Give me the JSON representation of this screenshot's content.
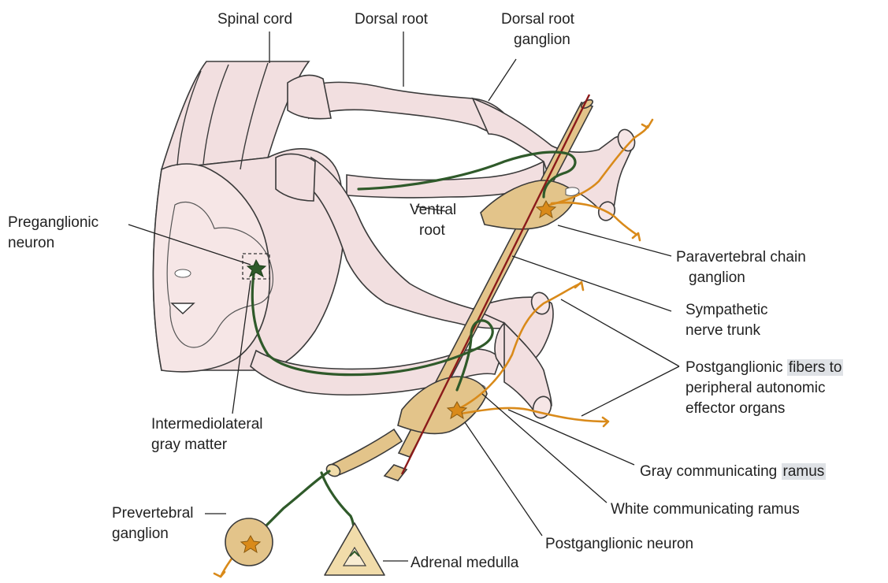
{
  "labels": {
    "spinal_cord": "Spinal cord",
    "dorsal_root": "Dorsal root",
    "drg_line1": "Dorsal root",
    "drg_line2": "ganglion",
    "pre_line1": "Preganglionic",
    "pre_line2": "neuron",
    "ventral_line1": "Ventral",
    "ventral_line2": "root",
    "para_line1": "Paravertebral chain",
    "para_line2": "ganglion",
    "symp_line1": "Sympathetic",
    "symp_line2": "nerve trunk",
    "post_fibers_line1a": "Postganglionic ",
    "post_fibers_line1b": "fibers to",
    "post_fibers_line2": "peripheral autonomic",
    "post_fibers_line3": "effector organs",
    "imlg_line1": "Intermediolateral",
    "imlg_line2": "gray matter",
    "gray_ramus_a": "Gray communicating ",
    "gray_ramus_b": "ramus",
    "white_ramus": "White communicating ramus",
    "prevertebral_line1": "Prevertebral",
    "prevertebral_line2": "ganglion",
    "postganglionic_neuron": "Postganglionic neuron",
    "adrenal_medulla": "Adrenal medulla"
  },
  "colors": {
    "tissue_fill": "#f2dfe0",
    "tissue_stroke": "#3a3a3a",
    "ganglion_fill": "#e3c48a",
    "preganglionic_fiber": "#2f5a2a",
    "postganglionic_fiber": "#d98a1a",
    "trunk_axon": "#8b1a1a",
    "leader_line": "#222222"
  }
}
